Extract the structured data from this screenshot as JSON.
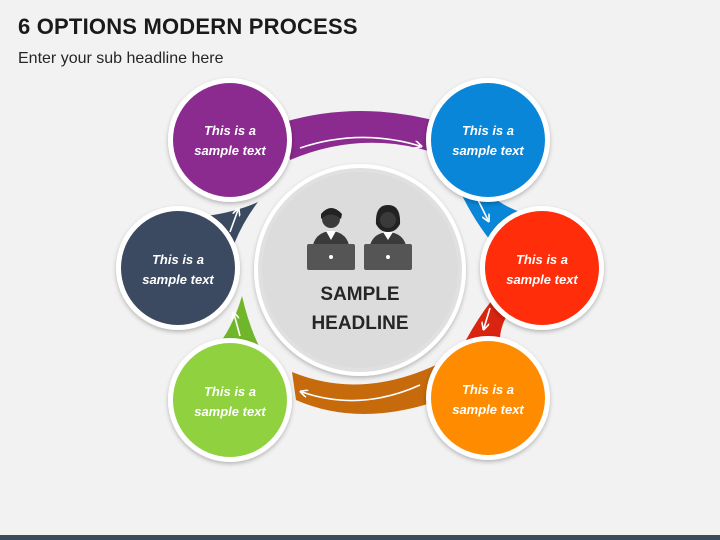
{
  "header": {
    "title": "6 OPTIONS MODERN PROCESS",
    "subtitle": "Enter your sub headline here"
  },
  "center": {
    "headline_line1": "SAMPLE",
    "headline_line2": "HEADLINE",
    "icon": "two-people-laptop-icon"
  },
  "nodes": [
    {
      "id": "purple",
      "line1": "This is a",
      "line2": "sample text",
      "color": "#8b2a8f"
    },
    {
      "id": "blue",
      "line1": "This is a",
      "line2": "sample text",
      "color": "#0a86d8"
    },
    {
      "id": "red",
      "line1": "This is a",
      "line2": "sample text",
      "color": "#ff2d0a"
    },
    {
      "id": "orange",
      "line1": "This is a",
      "line2": "sample text",
      "color": "#ff8c00"
    },
    {
      "id": "green",
      "line1": "This is a",
      "line2": "sample text",
      "color": "#8fd13f"
    },
    {
      "id": "navy",
      "line1": "This is a",
      "line2": "sample text",
      "color": "#3b4a60"
    }
  ]
}
